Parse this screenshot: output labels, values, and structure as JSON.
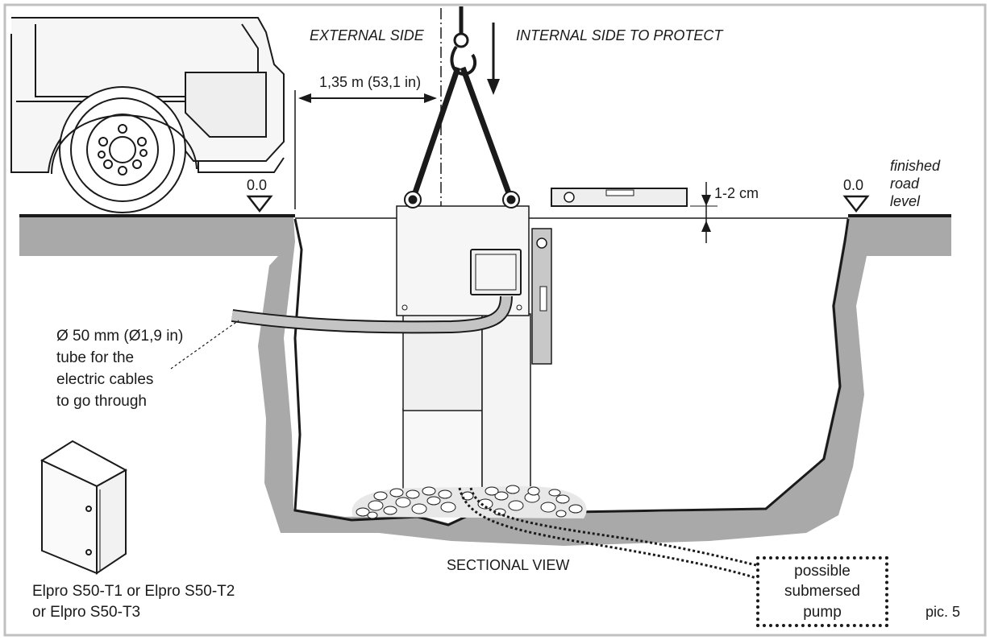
{
  "labels": {
    "external_side": "EXTERNAL SIDE",
    "internal_side": "INTERNAL SIDE TO PROTECT",
    "distance": "1,35 m (53,1 in)",
    "level_left": "0.0",
    "level_right": "0.0",
    "finished_road_level": "finished\nroad\nlevel",
    "gap": "1-2 cm",
    "tube": "Ø 50 mm (Ø1,9 in)\ntube for the\nelectric cables\nto go through",
    "sectional_view": "SECTIONAL VIEW",
    "pump": "possible\nsubmersed\npump",
    "control_panel": "Elpro S50-T1 or Elpro S50-T2\nor Elpro S50-T3",
    "pic_number": "pic. 5"
  },
  "icons": [
    "truck-icon",
    "crane-hook-icon",
    "spirit-level-icon",
    "control-cabinet-icon",
    "level-marker-icon"
  ],
  "colors": {
    "line": "#1a1a1a",
    "ground": "#a9a9a9",
    "equipment": "#f4f4f4",
    "frame": "#c0c0c0"
  }
}
